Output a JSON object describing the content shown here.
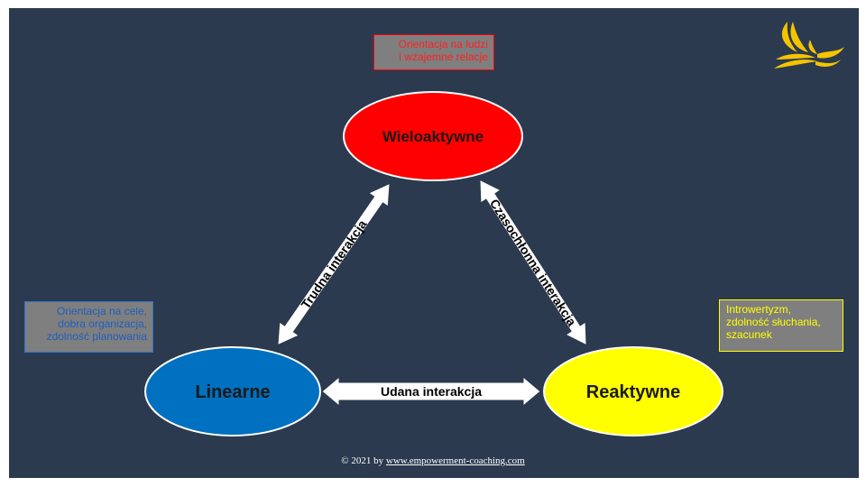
{
  "nodes": {
    "multi_active": "Wieloaktywne",
    "linear": "Linearne",
    "reactive": "Reaktywne"
  },
  "arrows": {
    "linear_multi": "Trudna interakcja",
    "multi_reactive": "Czasochłonna interakcja",
    "linear_reactive": "Udana interakcja"
  },
  "notes": {
    "people": [
      "Orientacja na ludzi",
      "i wzajemne relacje"
    ],
    "goals": [
      "Orientacja na cele,",
      "dobra organizacja,",
      "zdolność planowania"
    ],
    "intro": [
      "Introwertyzm,",
      "zdolność słuchania,",
      "szacunek"
    ]
  },
  "footer": {
    "prefix": "© 2021 by ",
    "link": "www.empowerment-coaching.com"
  },
  "colors": {
    "background": "#2b3a4f",
    "multi_active": "#ff0000",
    "linear": "#0070c0",
    "reactive": "#ffff00",
    "logo": "#f5c400"
  }
}
